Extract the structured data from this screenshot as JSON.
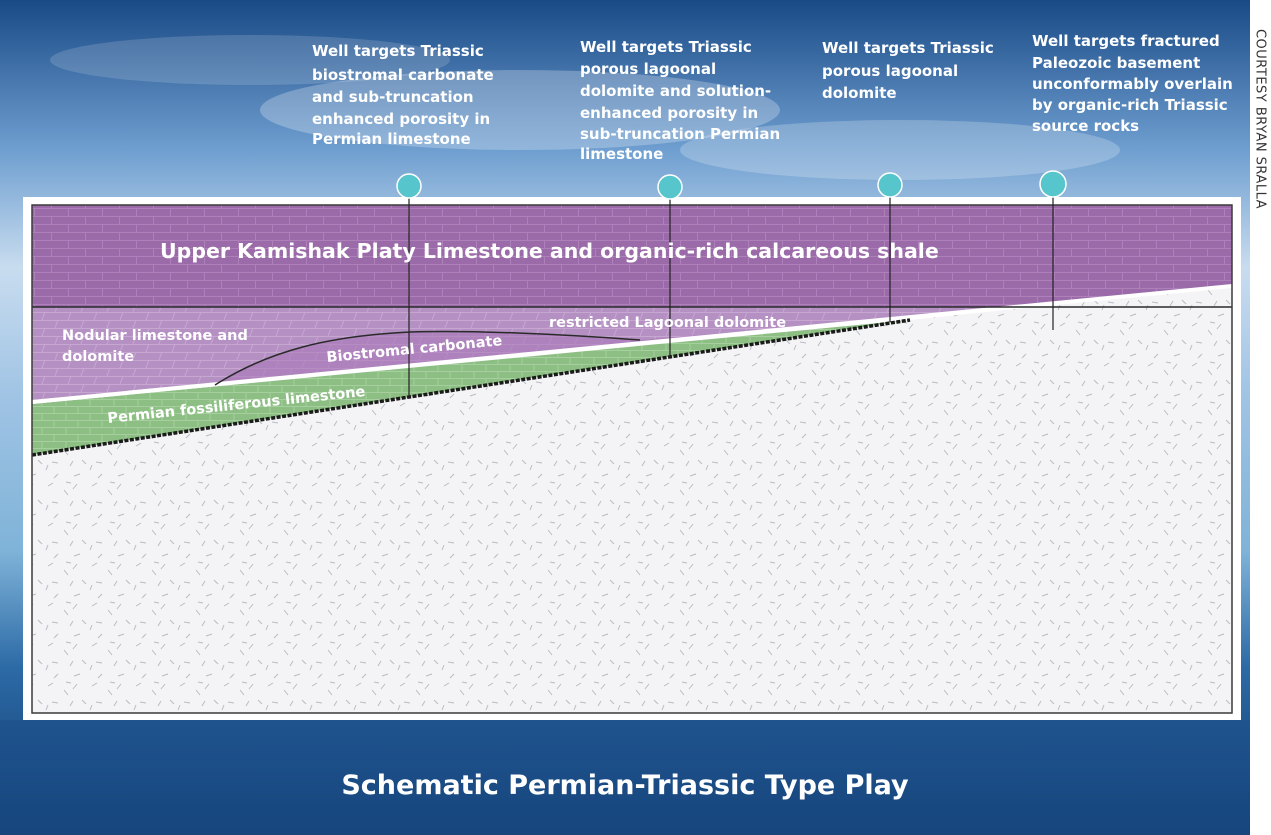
{
  "title": "Schematic Permian-Triassic Type Play",
  "credit": "COURTESY BRYAN SRALLA",
  "wells": [
    {
      "label_lines": [
        "Well targets Triassic",
        "biostromal carbonate",
        "and sub-truncation",
        "enhanced porosity in",
        "Permian limestone"
      ]
    },
    {
      "label_lines": [
        "Well targets Triassic",
        "porous lagoonal",
        "dolomite and solution-",
        "enhanced porosity in",
        "sub-truncation Permian",
        "limestone"
      ]
    },
    {
      "label_lines": [
        "Well targets Triassic",
        "porous lagoonal",
        "dolomite"
      ]
    },
    {
      "label_lines": [
        "Well targets fractured",
        "Paleozoic basement",
        "unconformably overlain",
        "by organic-rich Triassic",
        "source rocks"
      ]
    }
  ],
  "layers": {
    "upper": "Upper Kamishak Platy Limestone and organic-rich calcareous shale",
    "nodular_line1": "Nodular limestone and",
    "nodular_line2": "dolomite",
    "lagoonal": "restricted Lagoonal dolomite",
    "biostromal": "Biostromal carbonate",
    "permian": "Permian fossiliferous limestone"
  },
  "colors": {
    "sky_top": "#1d4f8c",
    "sky_mid": "#8fb8dd",
    "water": "#1a4f86",
    "limestone": "#9b6aa8",
    "lagoon": "#b590c3",
    "permian": "#8dbf84",
    "basement": "#f4f4f6",
    "well_marker": "#57c6cc"
  }
}
